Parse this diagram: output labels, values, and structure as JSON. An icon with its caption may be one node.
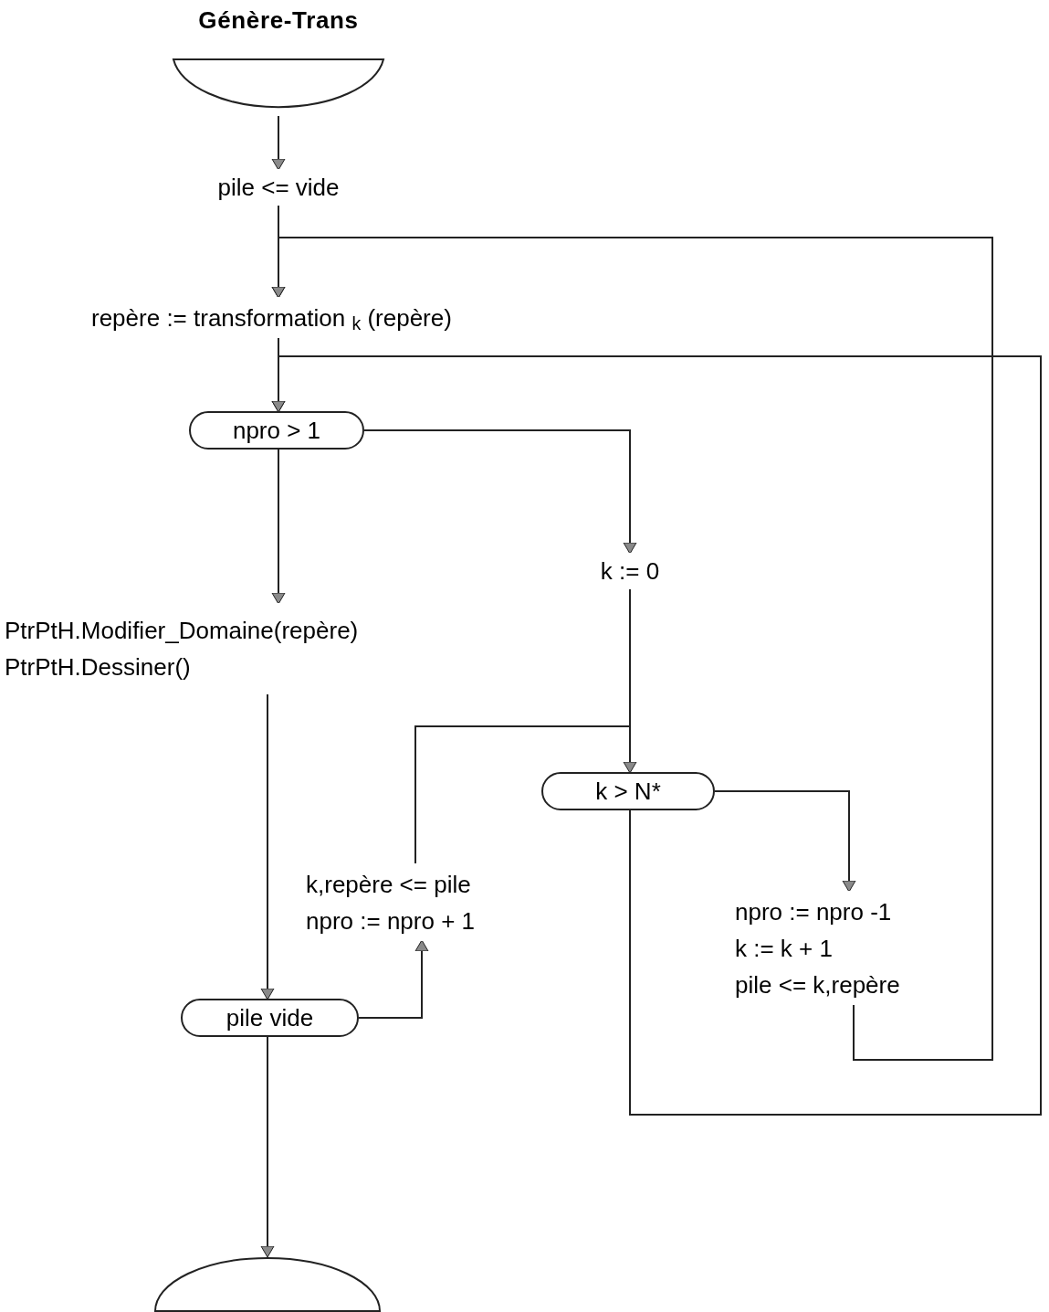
{
  "diagram": {
    "nodes": [
      {
        "text": [
          "Génère-Trans"
        ]
      },
      {
        "text": [
          "pile <= vide"
        ]
      },
      {
        "text": [
          "repère := transformation $_{k}$ (repère)"
        ]
      },
      {
        "text": [
          "npro > 1"
        ]
      },
      {
        "text": [
          "k := 0"
        ]
      },
      {
        "text": [
          "PtrPtH.Modifier_Domaine(repère)",
          "PtrPtH.Dessiner()"
        ]
      },
      {
        "text": [
          "k > N*"
        ]
      },
      {
        "text": [
          "k,repère <= pile",
          "npro := npro + 1"
        ]
      },
      {
        "text": [
          "npro := npro -1",
          "k := k + 1",
          "pile <= k,repère"
        ]
      },
      {
        "text": [
          "pile vide"
        ]
      },
      {
        "text": [],
        "shape": "semicircle"
      }
    ],
    "edges": [
      {
        "from": 0,
        "to": 1,
        "arrow": "to"
      },
      {
        "from": 1,
        "to": 2,
        "arrow": "to"
      },
      {
        "from": 8,
        "to": 2,
        "arrow": "to"
      },
      {
        "from": 2,
        "to": 3,
        "arrow": "to"
      },
      {
        "from": 6,
        "to": 3,
        "arrow": "to"
      },
      {
        "from": 3,
        "to": 5,
        "arrow": "to"
      },
      {
        "from": 3,
        "to": 4,
        "arrow": "to"
      },
      {
        "from": 4,
        "to": 6,
        "arrow": "none"
      },
      {
        "from": 7,
        "to": 6,
        "arrow": "to"
      },
      {
        "from": 6,
        "to": 8,
        "arrow": "to"
      },
      {
        "from": 5,
        "to": 9,
        "arrow": "to"
      },
      {
        "from": 9,
        "to": 7,
        "arrow": "to"
      },
      {
        "from": 9,
        "to": 10,
        "arrow": "to"
      }
    ]
  }
}
